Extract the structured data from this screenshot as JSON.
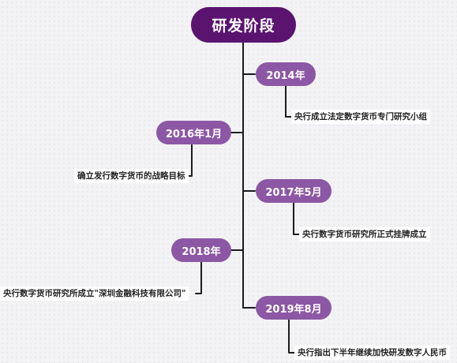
{
  "title": "研发阶段",
  "events": [
    {
      "date": "2014年",
      "text": "央行成立法定数字货币专门研究小组"
    },
    {
      "date": "2016年1月",
      "text": "确立发行数字货币的战略目标"
    },
    {
      "date": "2017年5月",
      "text": "央行数字货币研究所正式挂牌成立"
    },
    {
      "date": "2018年",
      "text": "央行数字货币研究所成立\"深圳金融科技有限公司\""
    },
    {
      "date": "2019年8月",
      "text": "央行指出下半年继续加快研发数字人民币"
    }
  ],
  "colors": {
    "root": "#5a1470",
    "pill": "#8c57a4",
    "line": "#1c1c1c"
  }
}
